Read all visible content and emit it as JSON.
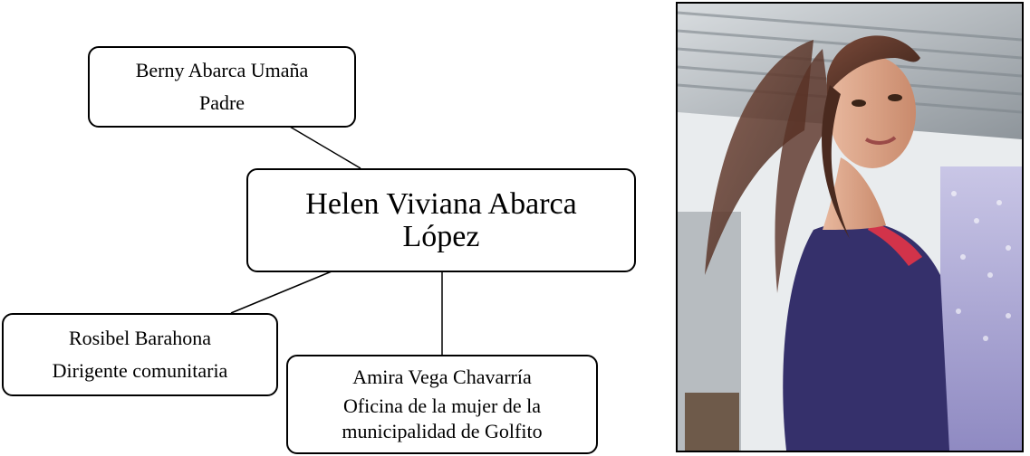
{
  "diagram": {
    "center": {
      "name_line1": "Helen Viviana Abarca",
      "name_line2": "López"
    },
    "padre": {
      "name": "Berny Abarca Umaña",
      "role": "Padre"
    },
    "rosibel": {
      "name": "Rosibel Barahona",
      "role": "Dirigente comunitaria"
    },
    "amira": {
      "name": "Amira Vega Chavarría",
      "role_line1": "Oficina de la mujer de la",
      "role_line2": "municipalidad de Golfito"
    }
  },
  "photo": {
    "subject": "woman-portrait"
  }
}
